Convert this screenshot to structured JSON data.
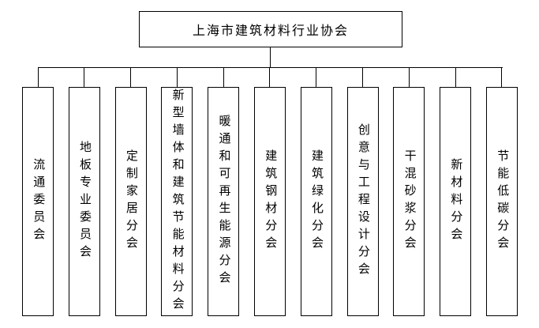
{
  "org_chart": {
    "background": "#ffffff",
    "line_color": "#000000",
    "root": {
      "label": "上海市建筑材料行业协会"
    },
    "branches": [
      {
        "label": "流通委员会"
      },
      {
        "label": "地板专业委员会"
      },
      {
        "label": "定制家居分会"
      },
      {
        "label": "新型墙体和建筑节能材料分会"
      },
      {
        "label": "暖通和可再生能源分会"
      },
      {
        "label": "建筑钢材分会"
      },
      {
        "label": "建筑绿化分会"
      },
      {
        "label": "创意与工程设计分会"
      },
      {
        "label": "干混砂浆分会"
      },
      {
        "label": "新材料分会"
      },
      {
        "label": "节能低碳分会"
      }
    ]
  }
}
